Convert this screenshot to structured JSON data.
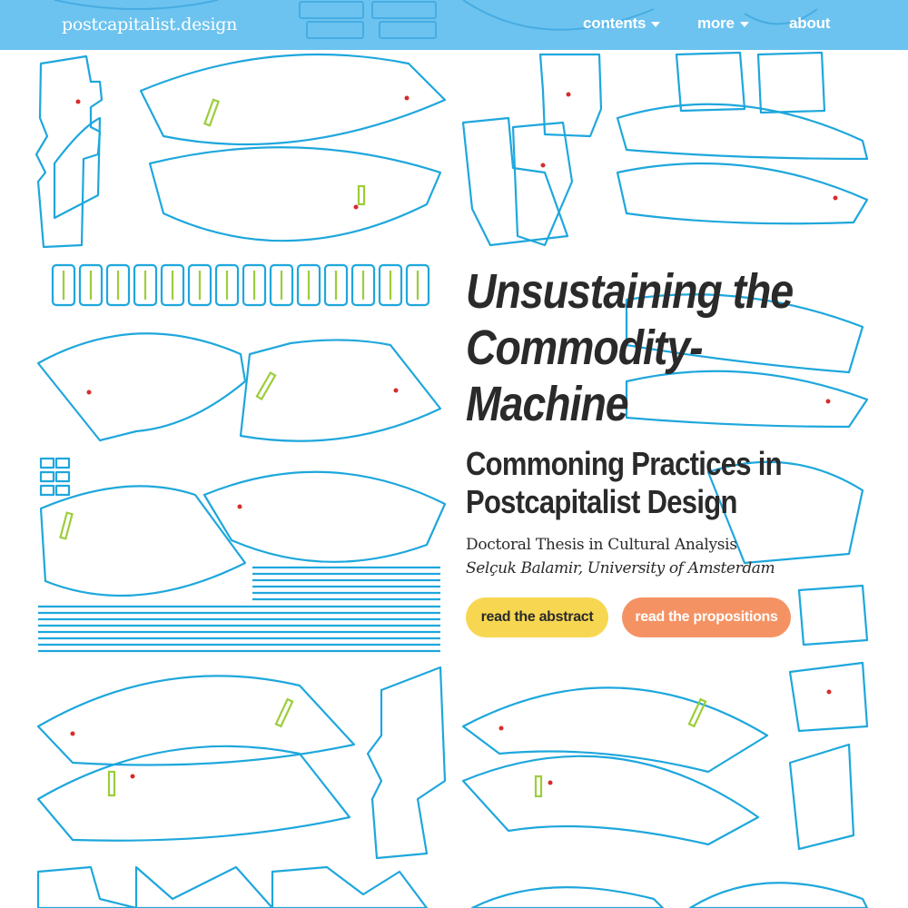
{
  "site": {
    "logo_text": "postcapitalist.design"
  },
  "nav": {
    "contents_label": "contents",
    "more_label": "more",
    "about_label": "about"
  },
  "hero": {
    "title_line1": "Unsustaining the",
    "title_line2": "Commodity-",
    "title_line3": "Machine",
    "subtitle_line1": "Commoning Practices in",
    "subtitle_line2": "Postcapitalist Design",
    "thesis_type": "Doctoral Thesis in Cultural Analysis",
    "author_affiliation": "Selçuk Balamir, University of Amsterdam"
  },
  "actions": {
    "abstract_label": "read the abstract",
    "propositions_label": "read the propositions"
  },
  "colors": {
    "header_bg": "#6cc3ef",
    "cut_line": "#1ea7dc",
    "slot_line": "#9ccd3a",
    "mark": "#d92b2b",
    "abstract_button": "#f7d751",
    "propositions_button": "#f59263",
    "text": "#2a2a2a"
  },
  "icons": {
    "nav_dropdown": "caret-down-icon"
  }
}
